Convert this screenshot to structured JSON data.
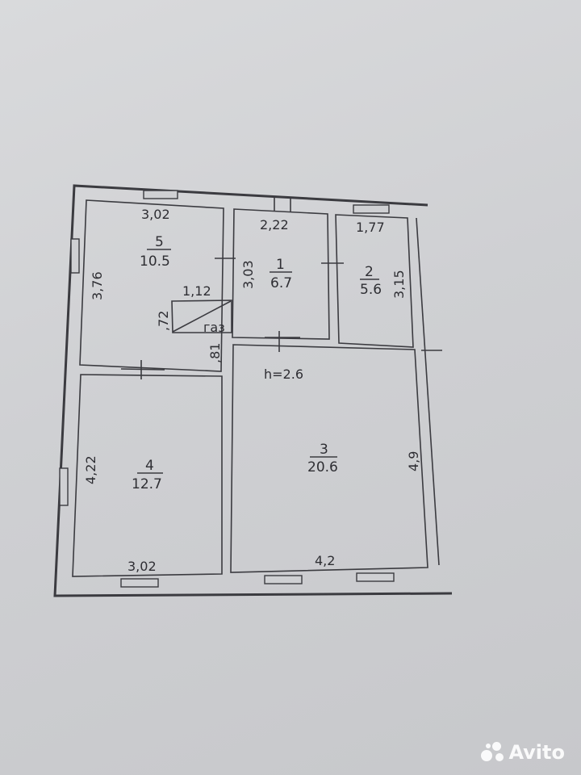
{
  "rooms": [
    {
      "id": "1",
      "number": "1",
      "area": "6.7",
      "width": "2,22",
      "height": "3,03"
    },
    {
      "id": "2",
      "number": "2",
      "area": "5.6",
      "width": "1,77",
      "height": "3,15"
    },
    {
      "id": "3",
      "number": "3",
      "area": "20.6",
      "width": "4,2",
      "height": "4,9"
    },
    {
      "id": "4",
      "number": "4",
      "area": "12.7",
      "width": "3,02",
      "height": "4,22"
    },
    {
      "id": "5",
      "number": "5",
      "area": "10.5",
      "width": "3,02",
      "height": "3,76"
    }
  ],
  "extra_labels": {
    "niche_width": "1,12",
    "niche_depth": ",72",
    "niche_offset": ",81",
    "gas": "газ",
    "ceiling_height": "h=2.6"
  },
  "watermark": {
    "text": "Avito",
    "icon": "avito-logo-icon"
  }
}
